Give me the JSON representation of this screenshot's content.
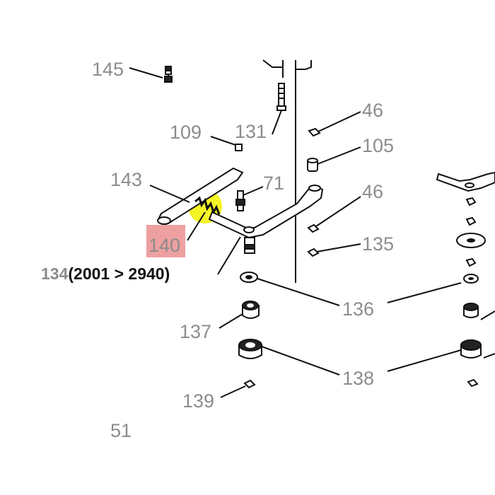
{
  "labels": {
    "p145": "145",
    "p131": "131",
    "p109": "109",
    "p46a": "46",
    "p105": "105",
    "p143": "143",
    "p71": "71",
    "p46b": "46",
    "p140": "140",
    "p135": "135",
    "p134_num": "134",
    "p134_range": "(2001 > 2940)",
    "p136": "136",
    "p137": "137",
    "p138": "138",
    "p139": "139",
    "p51": "51"
  },
  "colors": {
    "highlight_yellow": "#f2f200",
    "highlight_red": "#e88080",
    "label_grey": "#8c8c8c",
    "line": "#111111"
  }
}
